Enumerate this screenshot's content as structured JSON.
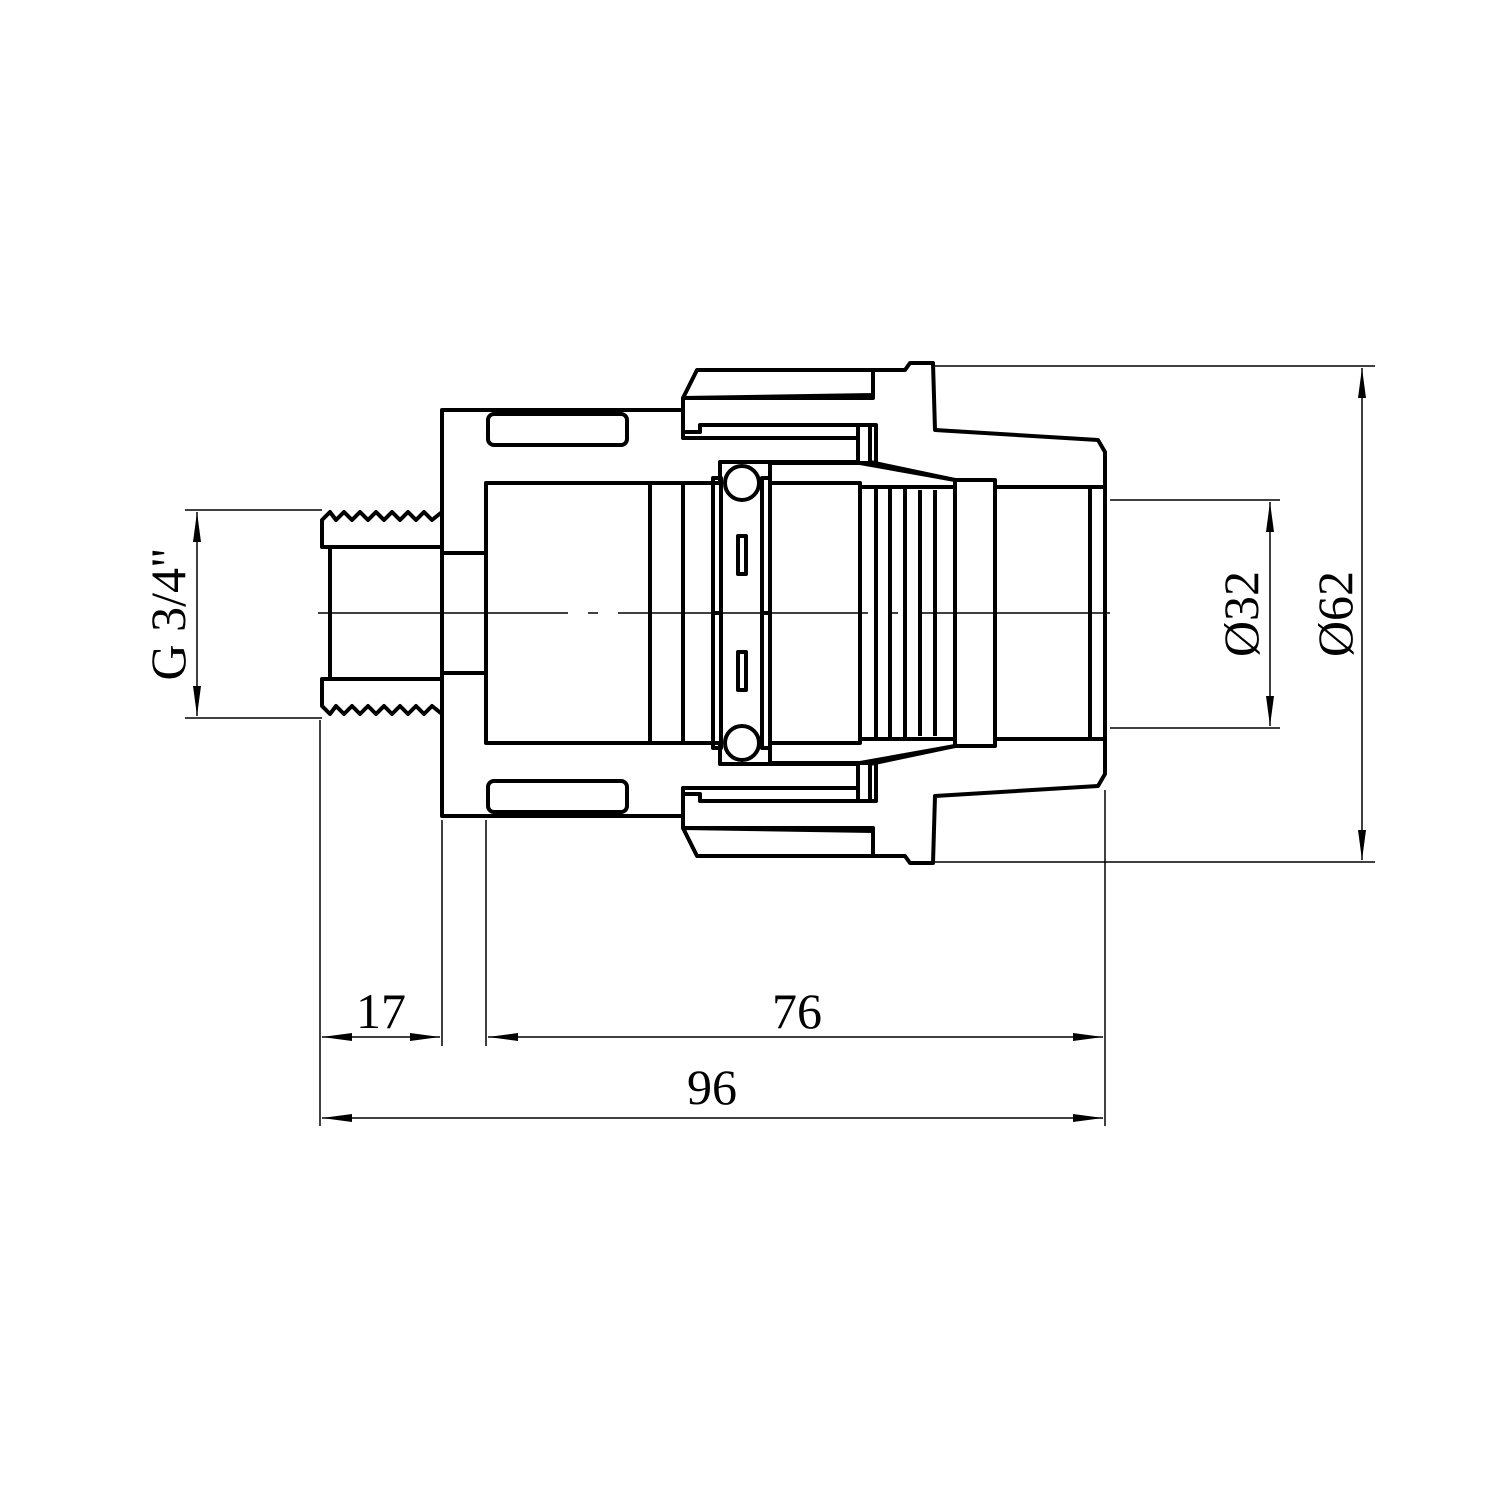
{
  "drawing": {
    "title": "Compression fitting with male thread - section view",
    "line_color": "#000000",
    "background": "#ffffff"
  },
  "dimensions": {
    "thread": "G 3/4\"",
    "inner_diameter": "Ø32",
    "outer_diameter": "Ø62",
    "thread_length": "17",
    "body_length": "76",
    "total_length": "96"
  }
}
